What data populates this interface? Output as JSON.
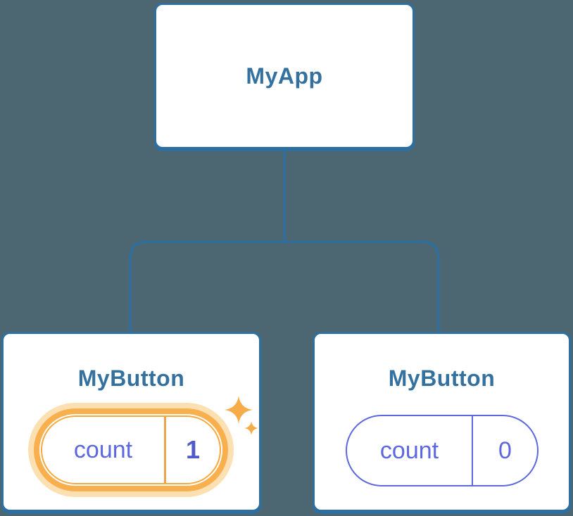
{
  "colors": {
    "bg": "#4c6772",
    "line": "#2d6fa0",
    "card-bg": "#ffffff",
    "node-title": "#35719f",
    "indigo": "#5d68e0",
    "indigo-bold": "#4f5bc8",
    "orange": "#f8b04e",
    "orange-thin": "#f5a93f",
    "orange-glow": "#fce0b2",
    "orange-divider": "#eca34e",
    "sparkle": "#f7ac4a"
  },
  "diagram": {
    "root": {
      "label": "MyApp"
    },
    "children": [
      {
        "label": "MyButton",
        "state_name": "count",
        "state_value": "1",
        "highlighted": true
      },
      {
        "label": "MyButton",
        "state_name": "count",
        "state_value": "0",
        "highlighted": false
      }
    ]
  }
}
